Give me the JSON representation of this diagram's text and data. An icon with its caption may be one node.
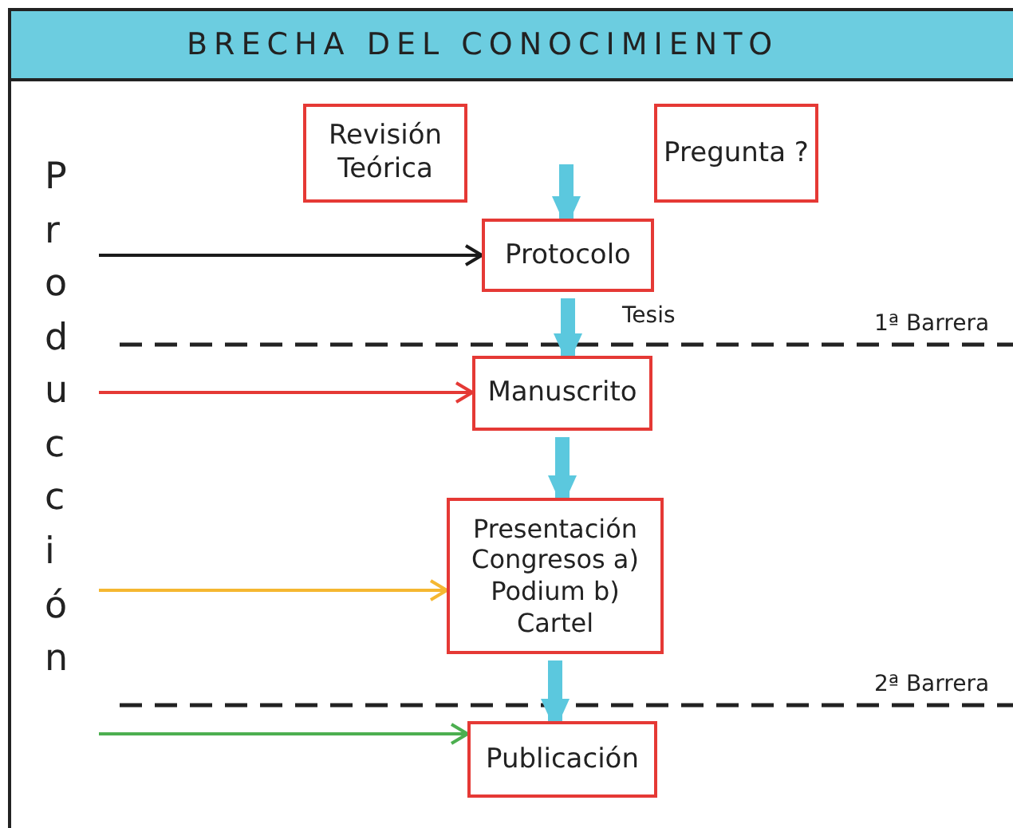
{
  "diagram": {
    "title": "BRECHA DEL CONOCIMIENTO",
    "nodes": [
      {
        "text": [
          "Revisión Teórica"
        ]
      },
      {
        "text": [
          "Pregunta ?"
        ]
      },
      {
        "text": [
          "Protocolo"
        ]
      },
      {
        "text": [
          "Manuscrito"
        ]
      },
      {
        "text": [
          "Presentación Congresos a) Podium b) Cartel"
        ]
      },
      {
        "text": [
          "Publicación"
        ]
      }
    ],
    "edges": [
      {
        "from": null,
        "to": 2,
        "arrow": "to",
        "color": "#1a1a1a"
      },
      {
        "from": null,
        "to": 3,
        "arrow": "to",
        "color": "#e53935"
      },
      {
        "from": null,
        "to": 4,
        "arrow": "to",
        "color": "#f5b731"
      },
      {
        "from": null,
        "to": 5,
        "arrow": "to",
        "color": "#4caf50"
      },
      {
        "from": null,
        "to": 2,
        "arrow": "to",
        "style": "thick",
        "color": "#5bc8de"
      },
      {
        "from": 2,
        "to": 3,
        "arrow": "to",
        "style": "thick",
        "color": "#5bc8de",
        "label": "Tesis"
      },
      {
        "from": 3,
        "to": 4,
        "arrow": "to",
        "style": "thick",
        "color": "#5bc8de"
      },
      {
        "from": 4,
        "to": 5,
        "arrow": "to",
        "style": "thick",
        "color": "#5bc8de"
      }
    ],
    "labels": [
      "Producción",
      "1ª Barrera",
      "2ª Barrera"
    ]
  }
}
